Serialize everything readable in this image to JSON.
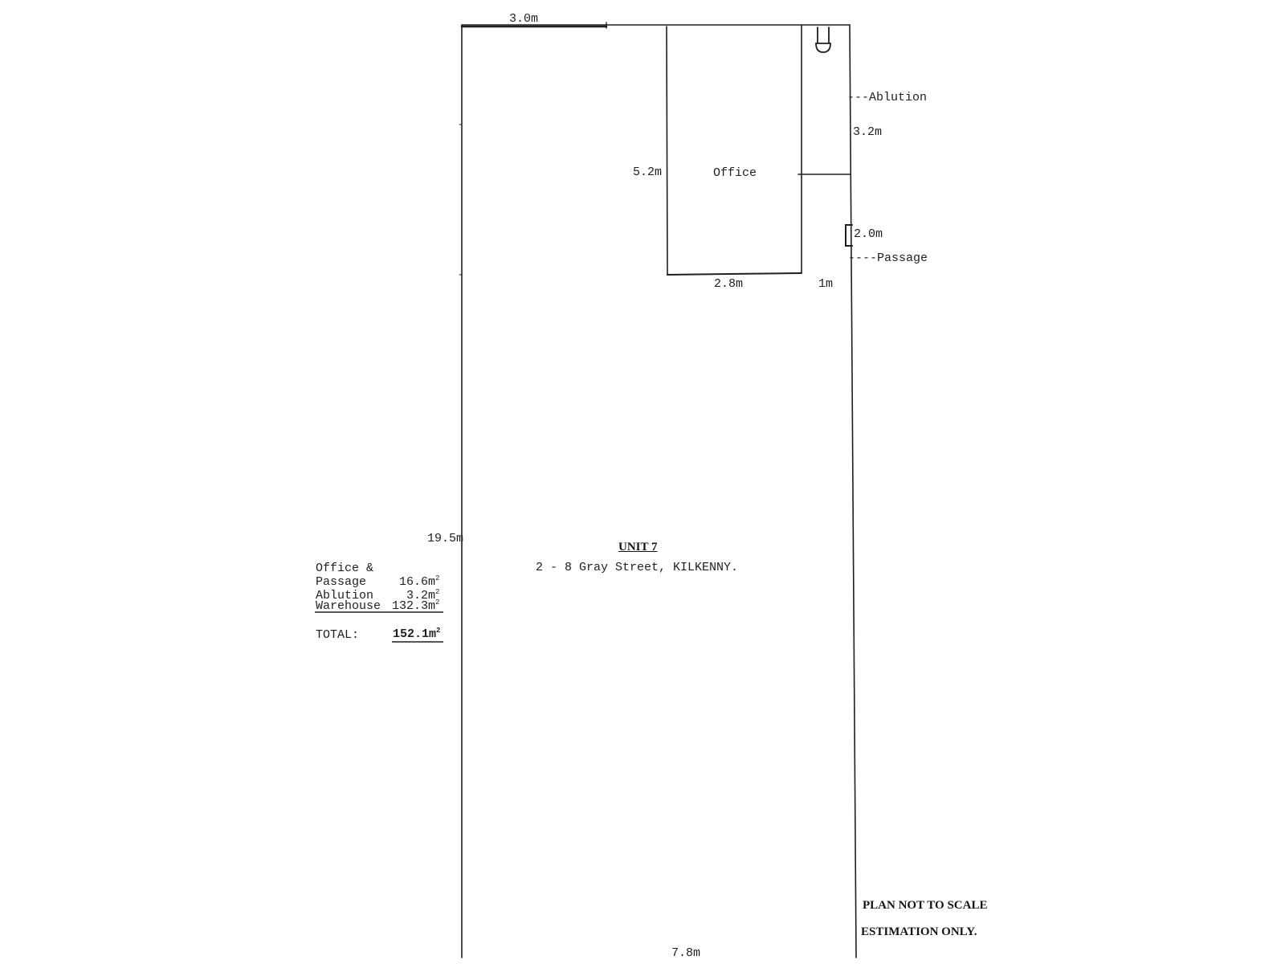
{
  "dimensions": {
    "top_width": "3.0m",
    "office_height": "5.2m",
    "office_width": "2.8m",
    "ablution_length": "3.2m",
    "passage_length": "2.0m",
    "passage_width": "1m",
    "unit_length": "19.5m",
    "unit_width": "7.8m"
  },
  "rooms": {
    "office": "Office",
    "ablution": "---Ablution",
    "passage": "----Passage"
  },
  "title": {
    "unit": "UNIT 7",
    "address": "2 - 8 Gray Street, KILKENNY."
  },
  "areas": {
    "office_label_1": "Office &",
    "office_label_2": "Passage",
    "office_value": "16.6m",
    "ablution_label": "Ablution",
    "ablution_value": "3.2m",
    "warehouse_label": "Warehouse",
    "warehouse_value": "132.3m",
    "superscript": "2",
    "total_label": "TOTAL:",
    "total_value": "152.1m"
  },
  "notes": {
    "line1": "PLAN NOT TO SCALE",
    "line2": "ESTIMATION ONLY."
  },
  "colors": {
    "ink": "#1f1f1f",
    "paper": "#ffffff"
  }
}
